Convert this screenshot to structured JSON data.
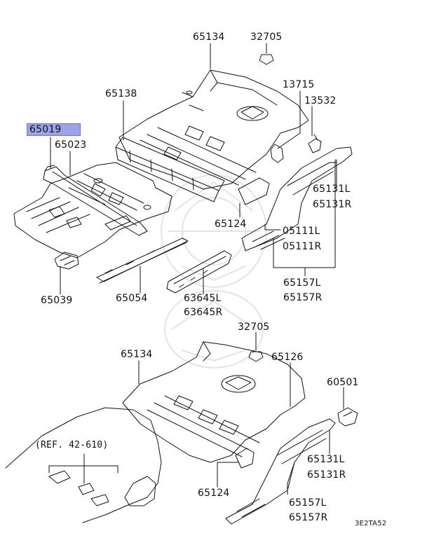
{
  "diagram_code": "3E2TA52",
  "reference_note": "(REF. 42-610)",
  "labels": {
    "p65134_top": "65134",
    "p32705_top": "32705",
    "p13715": "13715",
    "p65138": "65138",
    "p13532": "13532",
    "p65019": "65019",
    "p65023": "65023",
    "p65131_top": [
      "65131L",
      "65131R"
    ],
    "p65124_top": "65124",
    "p05111": [
      "05111L",
      "05111R"
    ],
    "p65039": "65039",
    "p65054": "65054",
    "p63645": [
      "63645L",
      "63645R"
    ],
    "p65157_top": [
      "65157L",
      "65157R"
    ],
    "p32705_bot": "32705",
    "p65134_bot": "65134",
    "p65126": "65126",
    "p60501": "60501",
    "p65131_bot": [
      "65131L",
      "65131R"
    ],
    "p65124_bot": "65124",
    "p65157_bot": [
      "65157L",
      "65157R"
    ]
  },
  "highlighted_part": "65019",
  "colors": {
    "line": "#111111",
    "highlight_fill": "#9aa4e6",
    "highlight_border": "#6b76c9",
    "watermark": "#e6e6e6"
  }
}
